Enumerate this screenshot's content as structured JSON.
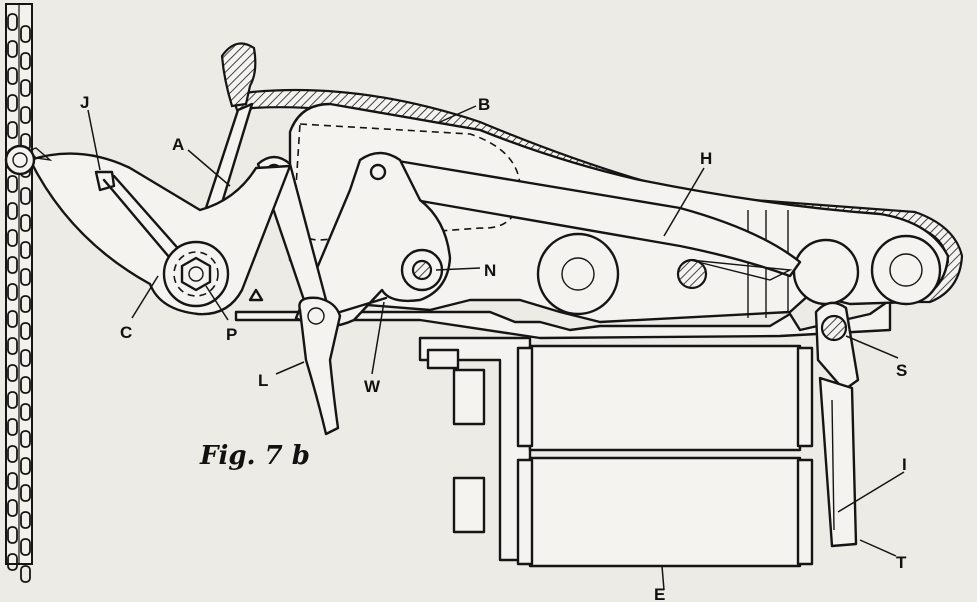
{
  "caption": "Fig. 7 b",
  "labels": {
    "J": "J",
    "A": "A",
    "B": "B",
    "H": "H",
    "C": "C",
    "P": "P",
    "N": "N",
    "L": "L",
    "W": "W",
    "S": "S",
    "I": "I",
    "T": "T",
    "E": "E"
  }
}
